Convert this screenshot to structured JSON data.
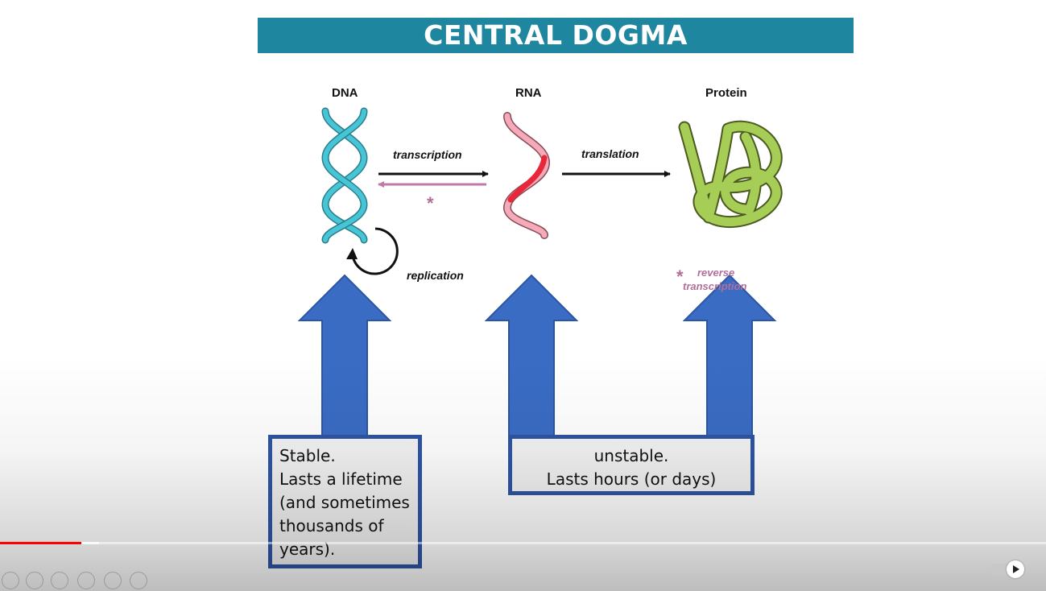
{
  "slide": {
    "title": "CENTRAL DOGMA",
    "labels": {
      "dna": "DNA",
      "rna": "RNA",
      "protein": "Protein"
    },
    "processes": {
      "transcription": "transcription",
      "translation": "translation",
      "replication": "replication",
      "asterisk": "*",
      "reverse_note_star": "*",
      "reverse_note_line1": "reverse",
      "reverse_note_line2": "transcription"
    },
    "boxes": {
      "stable": [
        "Stable.",
        "Lasts a lifetime",
        "(and sometimes",
        "thousands of",
        "years)."
      ],
      "unstable": [
        "unstable.",
        "Lasts hours (or days)"
      ]
    },
    "colors": {
      "banner": "#1f86a0",
      "arrow": "#3a6cc4",
      "box_border": "#2e55a4",
      "dna": "#47c5d6",
      "rna_pink": "#f4aab8",
      "rna_red": "#e8283a",
      "protein": "#a6cd55",
      "reverse_arrow": "#c07aa8"
    }
  },
  "player": {
    "progress_played": 0.078,
    "progress_buffered": 0.095,
    "controls": [
      "play-icon",
      "next-icon",
      "edit-icon",
      "copy-icon",
      "search-icon",
      "more-icon"
    ],
    "autoplay": true
  }
}
